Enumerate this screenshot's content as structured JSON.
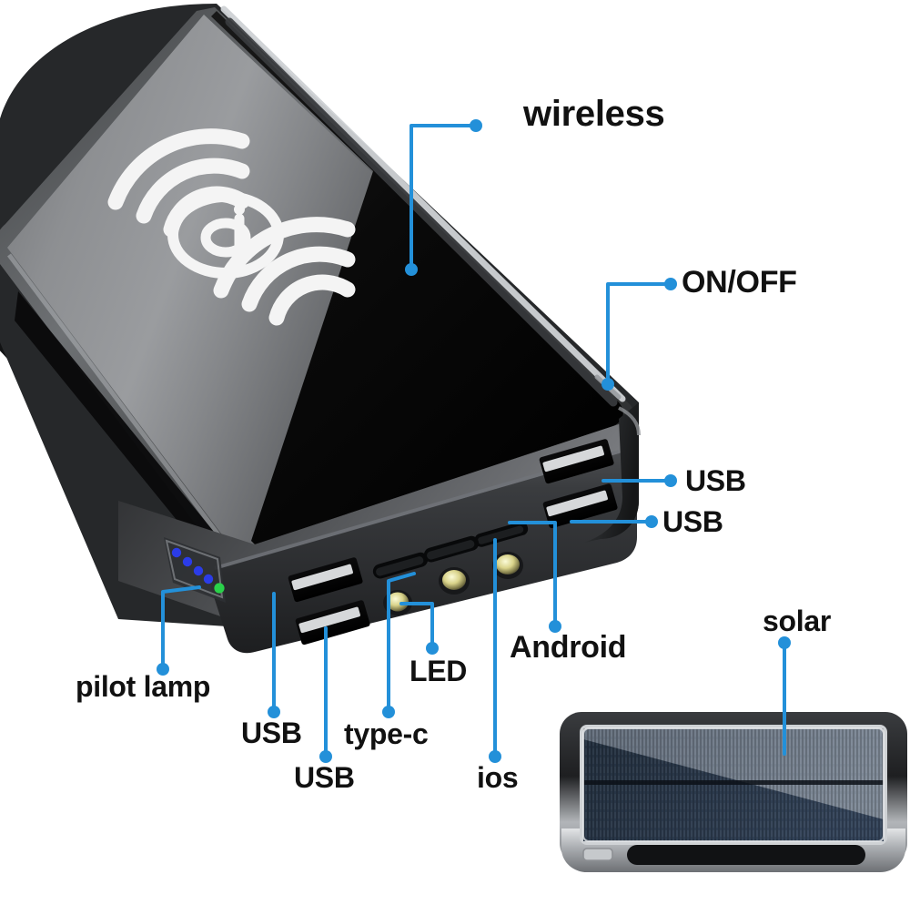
{
  "page": {
    "kind": "product-annotation-diagram",
    "subject": "solar wireless power bank",
    "background_color": "#ffffff"
  },
  "style": {
    "callout_color": "#2390d9",
    "callout_dot_color": "#2390d9",
    "label_color": "#111111"
  },
  "callouts": [
    {
      "id": "wireless",
      "label": "wireless",
      "dot": [
        523,
        138
      ],
      "target": [
        452,
        296
      ]
    },
    {
      "id": "onoff",
      "label": "ON/OFF",
      "dot": [
        737,
        312
      ],
      "target": [
        668,
        422
      ]
    },
    {
      "id": "usb-right-top",
      "label": "USB",
      "dot": [
        737,
        528
      ],
      "target": [
        663,
        528
      ]
    },
    {
      "id": "usb-right-bottom",
      "label": "USB",
      "dot": [
        716,
        573
      ],
      "target": [
        628,
        573
      ]
    },
    {
      "id": "android",
      "label": "Android",
      "dot": [
        610,
        688
      ],
      "target": [
        560,
        574
      ]
    },
    {
      "id": "solar",
      "label": "solar",
      "dot": [
        862,
        706
      ],
      "target": [
        862,
        828
      ]
    },
    {
      "id": "pilot-lamp",
      "label": "pilot lamp",
      "dot": [
        179,
        735
      ],
      "target": [
        219,
        645
      ]
    },
    {
      "id": "usb-bottom-1",
      "label": "USB",
      "dot": [
        301,
        782
      ],
      "target": [
        301,
        652
      ]
    },
    {
      "id": "usb-bottom-2",
      "label": "USB",
      "dot": [
        358,
        831
      ],
      "target": [
        358,
        690
      ]
    },
    {
      "id": "type-c",
      "label": "type-c",
      "dot": [
        427,
        782
      ],
      "target": [
        427,
        630
      ]
    },
    {
      "id": "led",
      "label": "LED",
      "dot": [
        475,
        712
      ],
      "target": [
        441,
        663
      ]
    },
    {
      "id": "ios",
      "label": "ios",
      "dot": [
        544,
        831
      ],
      "target": [
        544,
        593
      ]
    }
  ],
  "powerbank": {
    "name": "wireless power bank",
    "top_face_icon": "qi-wireless-charging-icon",
    "indicator_lamps": [
      {
        "name": "pilot-lamp-1",
        "color": "#2b3ce8"
      },
      {
        "name": "pilot-lamp-2",
        "color": "#2b3ce8"
      },
      {
        "name": "pilot-lamp-3",
        "color": "#2b3ce8"
      },
      {
        "name": "pilot-lamp-4",
        "color": "#2b3ce8"
      },
      {
        "name": "pilot-lamp-5",
        "color": "#2ad14a"
      }
    ],
    "ports": [
      {
        "name": "usb-a-port-upper-left",
        "type": "USB"
      },
      {
        "name": "usb-a-port-lower-left",
        "type": "USB"
      },
      {
        "name": "type-c-port",
        "type": "type-c"
      },
      {
        "name": "led-flashlight",
        "type": "LED"
      },
      {
        "name": "micro-usb-port-android",
        "type": "Android"
      },
      {
        "name": "lightning-port-ios",
        "type": "ios"
      },
      {
        "name": "usb-a-port-right-upper",
        "type": "USB"
      },
      {
        "name": "usb-a-port-right-lower",
        "type": "USB"
      }
    ],
    "power_button": {
      "name": "power-button",
      "label": "ON/OFF"
    }
  },
  "solar_unit": {
    "name": "solar panel module",
    "panel_label": "solar",
    "panel_color_light": "#5e6c7c",
    "panel_color_dark": "#2a3a4c",
    "frame_color": "#b9bcc0"
  }
}
